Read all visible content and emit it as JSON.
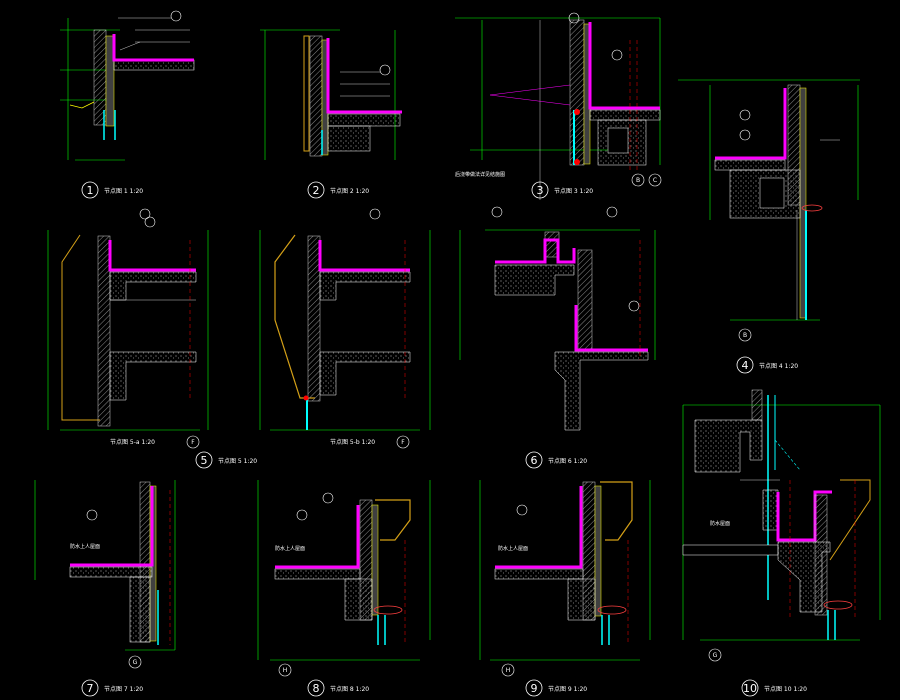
{
  "drawing": {
    "background_color": "#000000",
    "colors": {
      "dimension_line": "#00ff00",
      "membrane": "#ff00ff",
      "hatch": "#a0a0a0",
      "outline": "#ffff00",
      "glass": "#00ffff",
      "centerline": "#ff0000",
      "text": "#ffffff",
      "trim": "#d4a017"
    },
    "details": [
      {
        "number": "1",
        "caption": "节点图 1 1:20"
      },
      {
        "number": "2",
        "caption": "节点图 2 1:20"
      },
      {
        "number": "3",
        "caption": "节点图 3 1:20"
      },
      {
        "number": "4",
        "caption": "节点图 4 1:20"
      },
      {
        "number": "5",
        "caption": "节点图 5 1:20"
      },
      {
        "number": "6",
        "caption": "节点图 6 1:20"
      },
      {
        "number": "7",
        "caption": "节点图 7 1:20"
      },
      {
        "number": "8",
        "caption": "节点图 8 1:20"
      },
      {
        "number": "9",
        "caption": "节点图 9 1:20"
      },
      {
        "number": "10",
        "caption": "节点图 10 1:20"
      }
    ],
    "sub_captions": {
      "5a": "节点图 5-a 1:20",
      "5b": "节点图 5-b 1:20"
    },
    "axis_bubbles": [
      "B",
      "C",
      "B",
      "F",
      "F",
      "G",
      "H",
      "H",
      "G"
    ],
    "notes": {
      "d3_note": "后浇带做法详见结施图",
      "d7_note": "防水上人屋面",
      "d8_note": "防水上人屋面",
      "d9_note": "防水上人屋面",
      "d10_note": "防水屋面"
    }
  }
}
